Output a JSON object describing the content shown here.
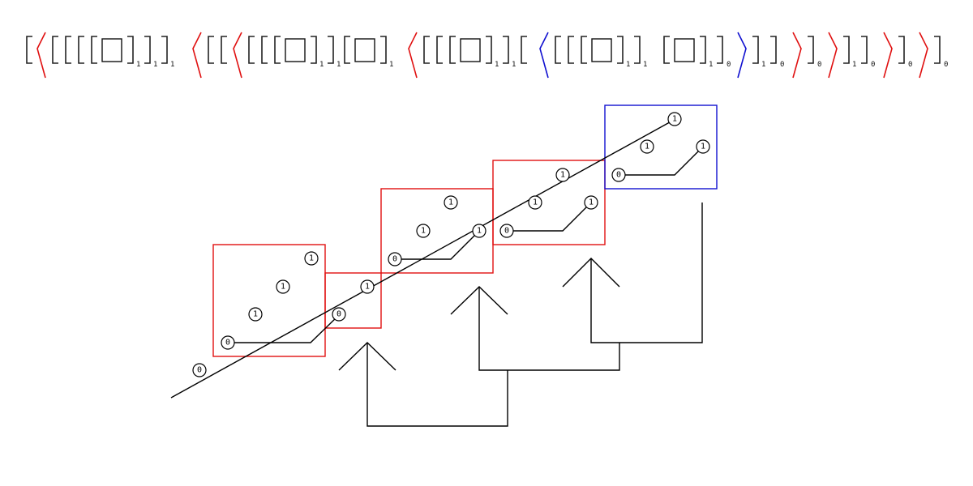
{
  "node_labels": {
    "one": "1",
    "zero": "0"
  },
  "bracket_subscripts": {
    "one": "1",
    "zero": "0"
  },
  "colors": {
    "red": "#e01010",
    "blue": "#1010d0",
    "black": "#000000"
  }
}
